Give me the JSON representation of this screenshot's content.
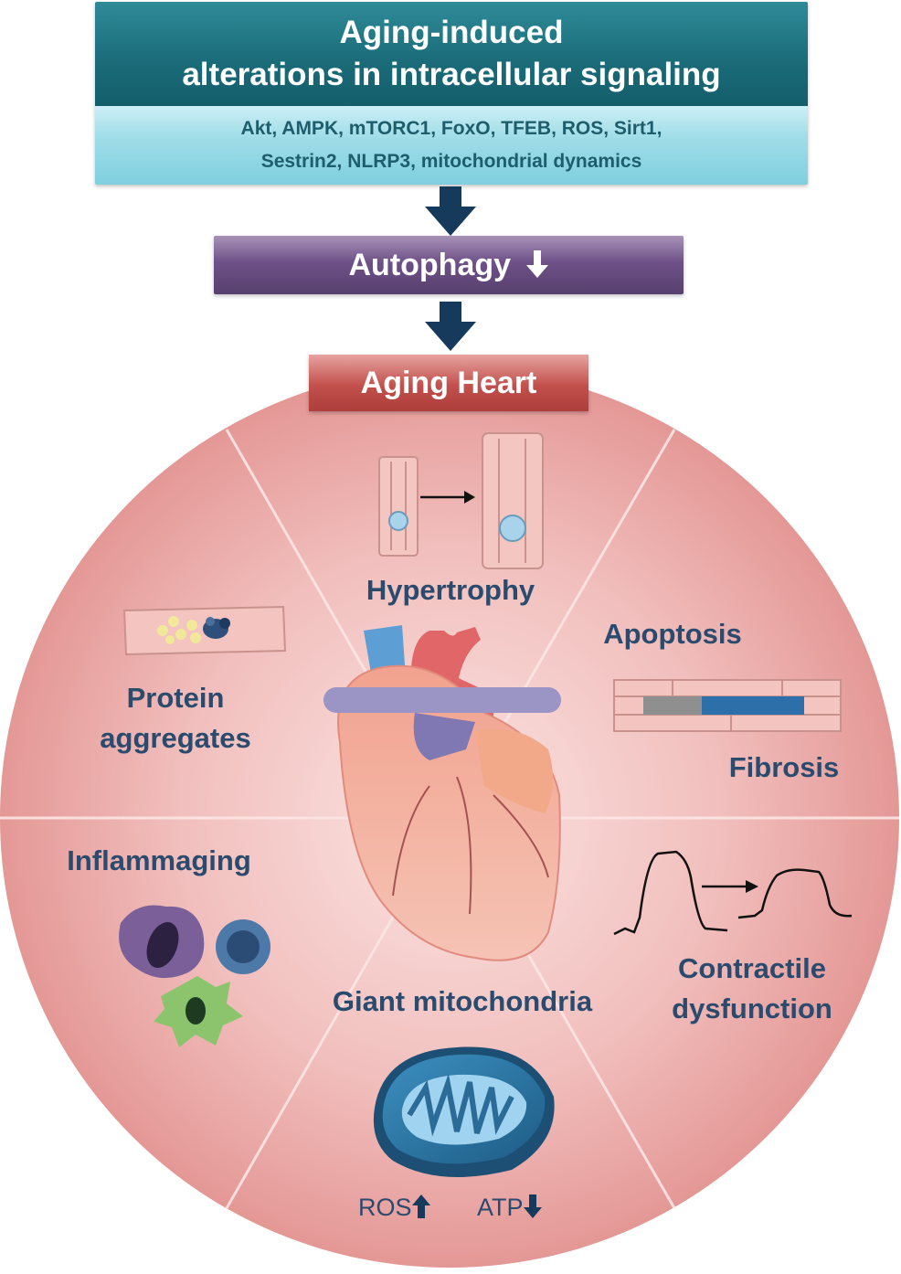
{
  "top_box": {
    "title_line1": "Aging-induced",
    "title_line2": "alterations in intracellular signaling",
    "factors_line1": "Akt, AMPK, mTORC1, FoxO, TFEB, ROS, Sirt1,",
    "factors_line2": "Sestrin2, NLRP3, mitochondrial dynamics"
  },
  "autophagy": {
    "label": "Autophagy",
    "arrow": "down"
  },
  "aging_heart": {
    "label": "Aging Heart"
  },
  "segments": {
    "hypertrophy": "Hypertrophy",
    "apoptosis": "Apoptosis",
    "fibrosis": "Fibrosis",
    "protein_aggregates_line1": "Protein",
    "protein_aggregates_line2": "aggregates",
    "inflammaging": "Inflammaging",
    "giant_mitochondria": "Giant mitochondria",
    "contractile_line1": "Contractile",
    "contractile_line2": "dysfunction"
  },
  "mitochondria": {
    "ros": "ROS",
    "ros_arrow": "up",
    "atp": "ATP",
    "atp_arrow": "down"
  },
  "colors": {
    "top_header": "#1a6a78",
    "top_sub": "#9fdde8",
    "autophagy": "#6e5188",
    "aging_heart": "#c2504c",
    "arrow": "#163a5c",
    "circle": "#e8a3a3",
    "label_text": "#2a4a6e"
  }
}
